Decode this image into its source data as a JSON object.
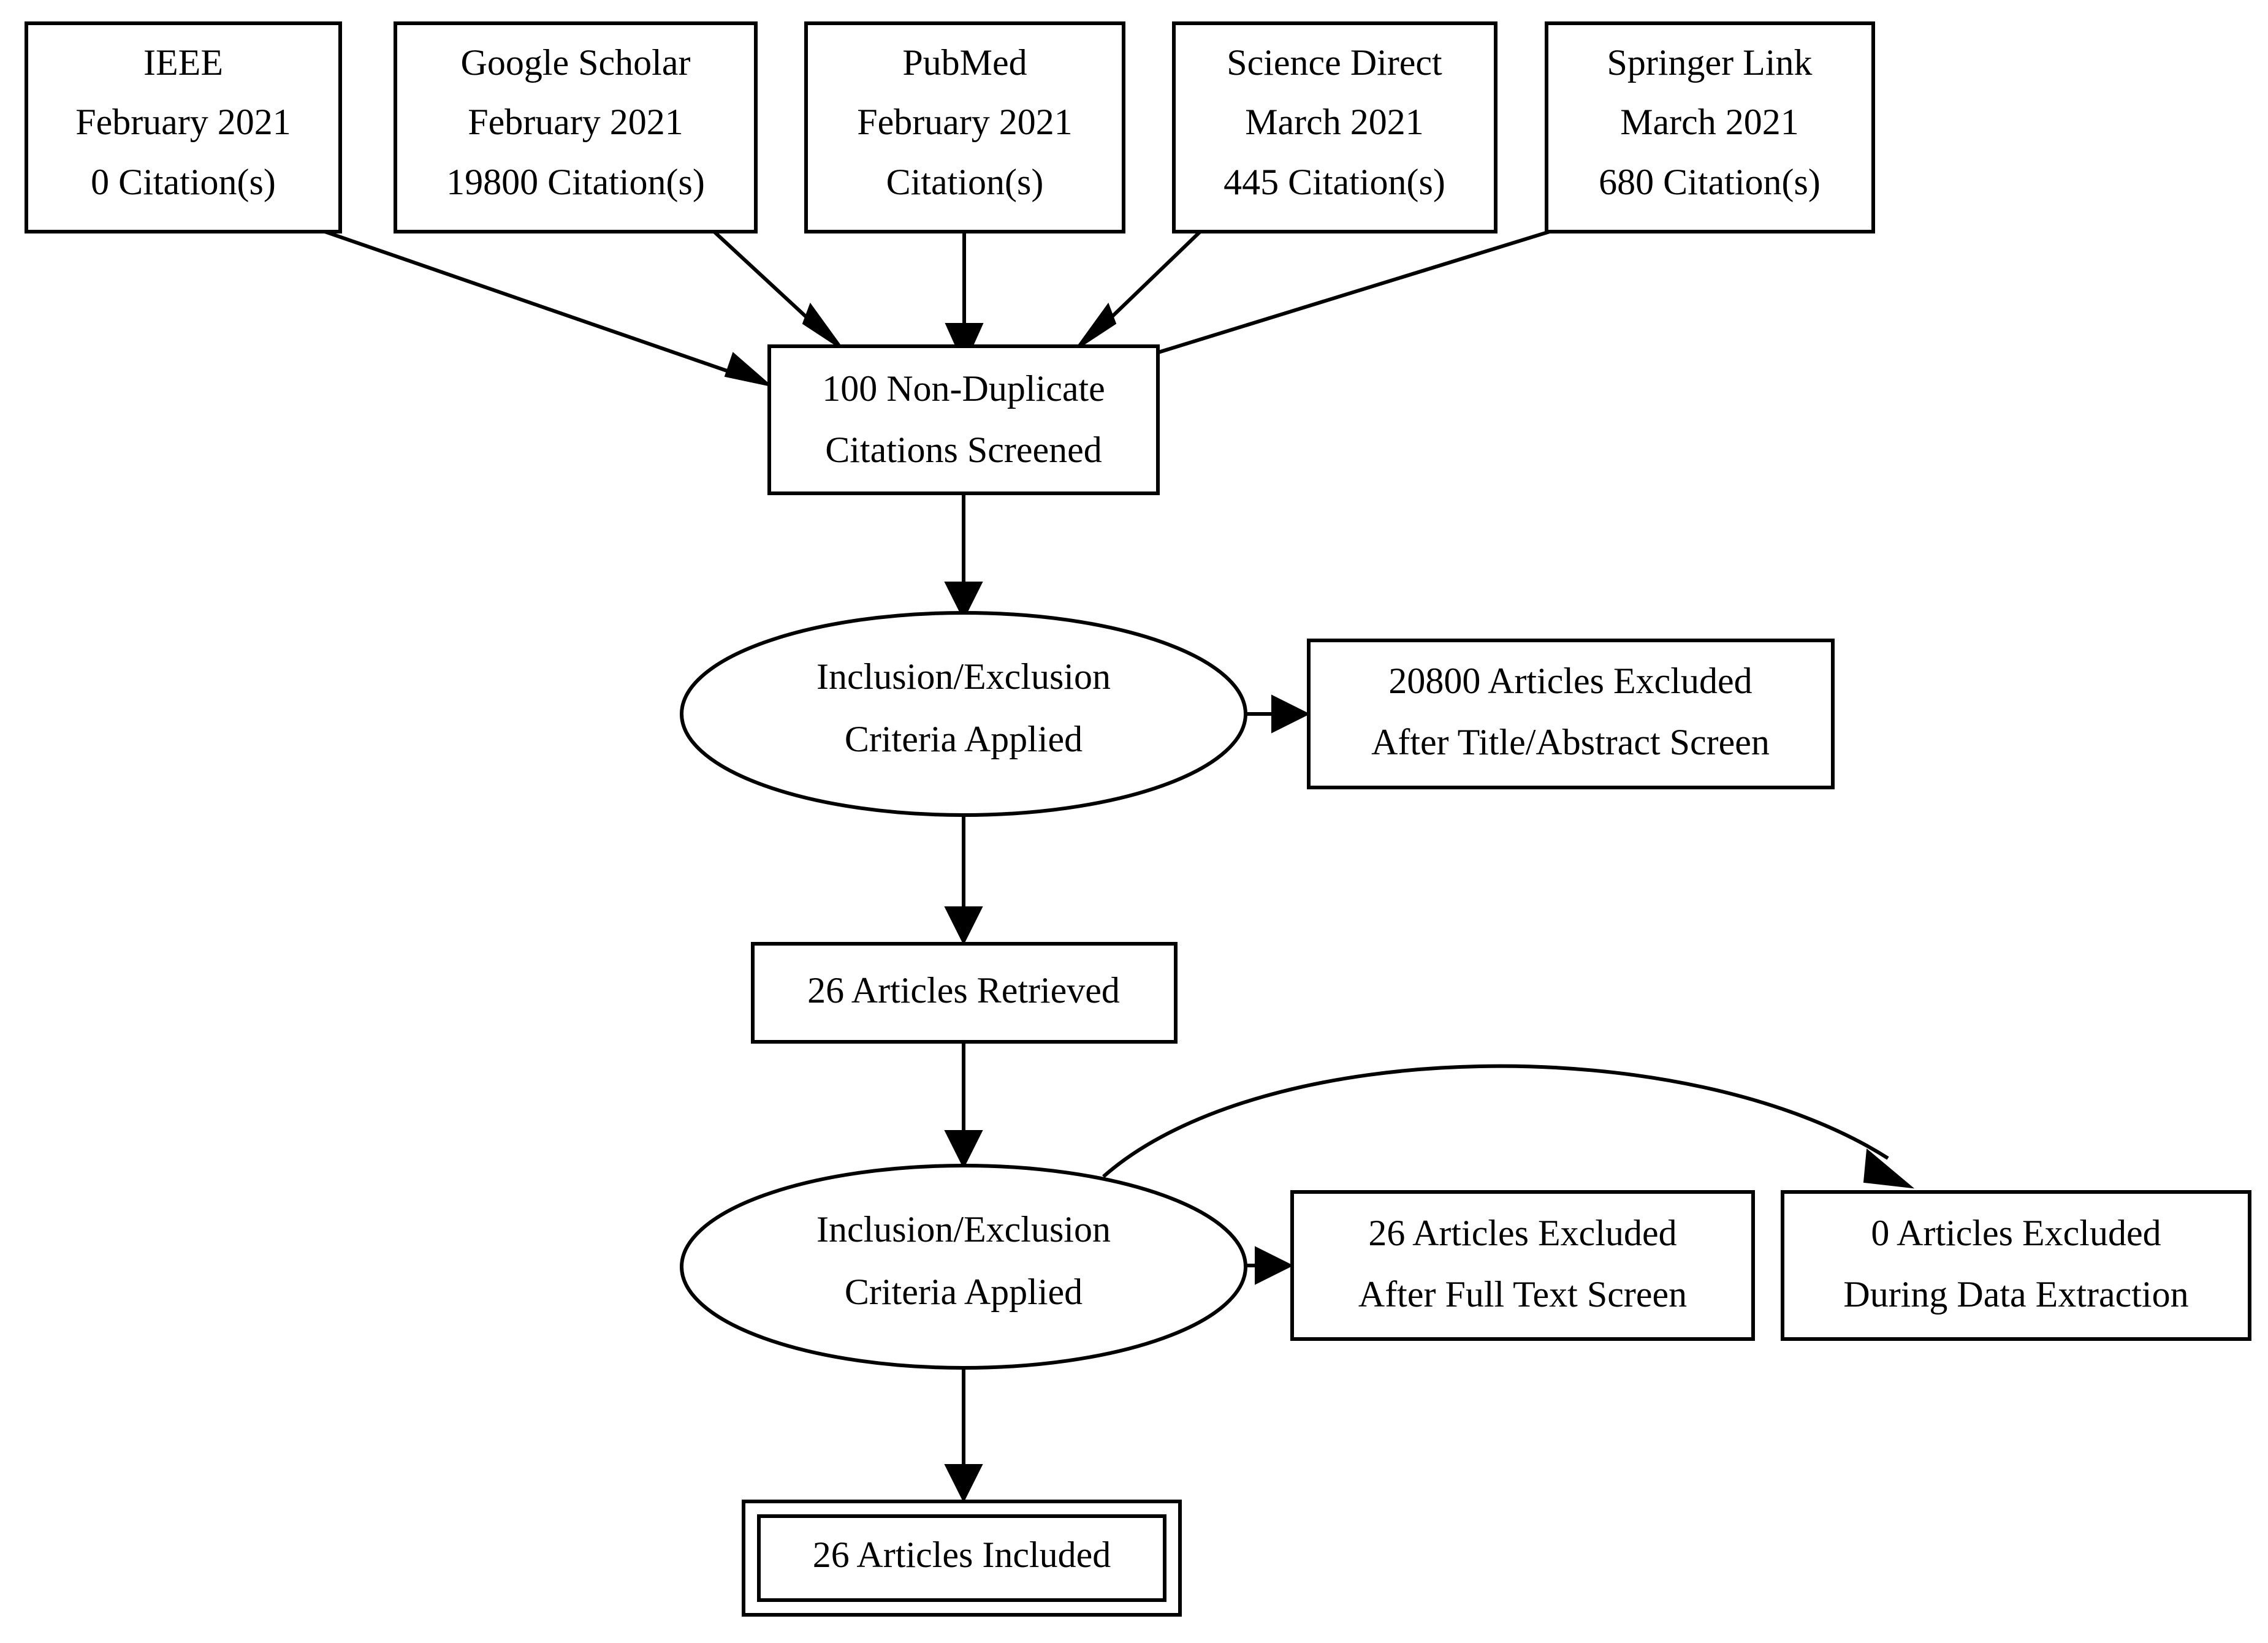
{
  "diagram": {
    "type": "prisma-flow-diagram",
    "background_color": "#ffffff",
    "line_color": "#000000",
    "text_color": "#000000"
  },
  "sources": [
    {
      "id": "ieee",
      "name": "IEEE",
      "date": "February 2021",
      "citations": "0 Citation(s)"
    },
    {
      "id": "google-scholar",
      "name": "Google Scholar",
      "date": "February 2021",
      "citations": "19800 Citation(s)"
    },
    {
      "id": "pubmed",
      "name": "PubMed",
      "date": "February 2021",
      "citations": "Citation(s)"
    },
    {
      "id": "science-direct",
      "name": "Science Direct",
      "date": "March 2021",
      "citations": "445 Citation(s)"
    },
    {
      "id": "springer-link",
      "name": "Springer Link",
      "date": "March 2021",
      "citations": "680 Citation(s)"
    }
  ],
  "screened": {
    "line1": "100 Non-Duplicate",
    "line2": "Citations Screened"
  },
  "criteria_first": {
    "line1": "Inclusion/Exclusion",
    "line2": "Criteria Applied"
  },
  "excluded_title_abstract": {
    "line1": "20800 Articles Excluded",
    "line2": "After Title/Abstract Screen"
  },
  "retrieved": {
    "line1": "26 Articles Retrieved"
  },
  "criteria_second": {
    "line1": "Inclusion/Exclusion",
    "line2": "Criteria Applied"
  },
  "excluded_full_text": {
    "line1": "26 Articles Excluded",
    "line2": "After Full Text Screen"
  },
  "excluded_data_extraction": {
    "line1": "0 Articles Excluded",
    "line2": "During Data Extraction"
  },
  "included": {
    "line1": "26 Articles Included"
  },
  "chart_data": {
    "type": "diagram",
    "title": "PRISMA Study Selection Flow Diagram",
    "nodes": [
      {
        "id": "ieee",
        "shape": "box",
        "label": "IEEE\nFebruary 2021\n0 Citation(s)"
      },
      {
        "id": "google-scholar",
        "shape": "box",
        "label": "Google Scholar\nFebruary 2021\n19800 Citation(s)"
      },
      {
        "id": "pubmed",
        "shape": "box",
        "label": "PubMed\nFebruary 2021\nCitation(s)"
      },
      {
        "id": "science-direct",
        "shape": "box",
        "label": "Science Direct\nMarch 2021\n445 Citation(s)"
      },
      {
        "id": "springer-link",
        "shape": "box",
        "label": "Springer Link\nMarch 2021\n680 Citation(s)"
      },
      {
        "id": "screened",
        "shape": "box",
        "label": "100 Non-Duplicate\nCitations Screened"
      },
      {
        "id": "criteria-1",
        "shape": "ellipse",
        "label": "Inclusion/Exclusion\nCriteria Applied"
      },
      {
        "id": "excluded-title-abstract",
        "shape": "box",
        "label": "20800 Articles Excluded\nAfter Title/Abstract Screen"
      },
      {
        "id": "retrieved",
        "shape": "box",
        "label": "26 Articles Retrieved"
      },
      {
        "id": "criteria-2",
        "shape": "ellipse",
        "label": "Inclusion/Exclusion\nCriteria Applied"
      },
      {
        "id": "excluded-full-text",
        "shape": "box",
        "label": "26 Articles Excluded\nAfter Full Text Screen"
      },
      {
        "id": "excluded-data-extraction",
        "shape": "box",
        "label": "0 Articles Excluded\nDuring Data Extraction"
      },
      {
        "id": "included",
        "shape": "box-double",
        "label": "26 Articles Included"
      }
    ],
    "edges": [
      {
        "from": "ieee",
        "to": "screened"
      },
      {
        "from": "google-scholar",
        "to": "screened"
      },
      {
        "from": "pubmed",
        "to": "screened"
      },
      {
        "from": "science-direct",
        "to": "screened"
      },
      {
        "from": "springer-link",
        "to": "screened"
      },
      {
        "from": "screened",
        "to": "criteria-1"
      },
      {
        "from": "criteria-1",
        "to": "excluded-title-abstract"
      },
      {
        "from": "criteria-1",
        "to": "retrieved"
      },
      {
        "from": "retrieved",
        "to": "criteria-2"
      },
      {
        "from": "criteria-2",
        "to": "excluded-full-text"
      },
      {
        "from": "criteria-2",
        "to": "excluded-data-extraction"
      },
      {
        "from": "criteria-2",
        "to": "included"
      }
    ]
  }
}
